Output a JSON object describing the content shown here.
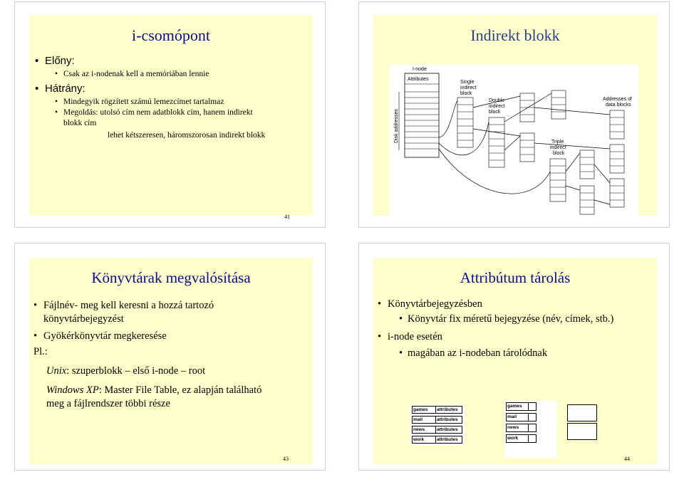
{
  "slide41": {
    "title": "i-csomópont",
    "items": [
      {
        "label": "Előny:",
        "subitems": [
          "Csak az i-nodenak kell a memóriában lennie"
        ]
      },
      {
        "label": "Hátrány:",
        "subitems": [
          "Mindegyik rögzített számú lemezcímet tartalmaz",
          "Megoldás: utolsó cím nem adatblokk cím, hanem indirekt blokk cím"
        ],
        "extra": "lehet kétszeresen, háromszorosan indirekt blokk"
      }
    ],
    "page_number": "41"
  },
  "slide42": {
    "title": "Indirekt blokk",
    "diagram": {
      "inode": "I-node",
      "attributes": "Attributes",
      "disk_addresses": "Disk addresses",
      "single_indirect": [
        "Single",
        "indirect",
        "block"
      ],
      "double_indirect": [
        "Double",
        "indirect",
        "block"
      ],
      "triple_indirect": [
        "Triple",
        "indirect",
        "block"
      ],
      "addresses_of_data": [
        "Addresses of",
        "data blocks"
      ]
    }
  },
  "slide43": {
    "title": "Könyvtárak megvalósítása",
    "bullets": [
      "Fájlnév- meg kell keresni a hozzá tartozó könyvtárbejegyzést",
      "Gyökérkönyvtár megkeresése"
    ],
    "example_label": "Pl.:",
    "unix_label": "Unix",
    "unix_text": ": szuperblokk – első i-node – root",
    "windows_label": "Windows XP",
    "windows_text": ": Master File Table, ez alapján található meg a  fájlrendszer többi része",
    "page_number": "43"
  },
  "slide44": {
    "title": "Attribútum tárolás",
    "items": [
      {
        "label": "Könyvtárbejegyzésben",
        "sub": "Könyvtár fix méretű bejegyzése (név, címek, stb.)"
      },
      {
        "label": "i-node esetén",
        "sub": "magában az i-nodeban tárolódnak"
      }
    ],
    "table_left": {
      "names": [
        "games",
        "mail",
        "news",
        "work"
      ],
      "attr": "attributes"
    },
    "table_right": {
      "names": [
        "games",
        "mail",
        "news",
        "work"
      ]
    },
    "page_number": "44"
  }
}
